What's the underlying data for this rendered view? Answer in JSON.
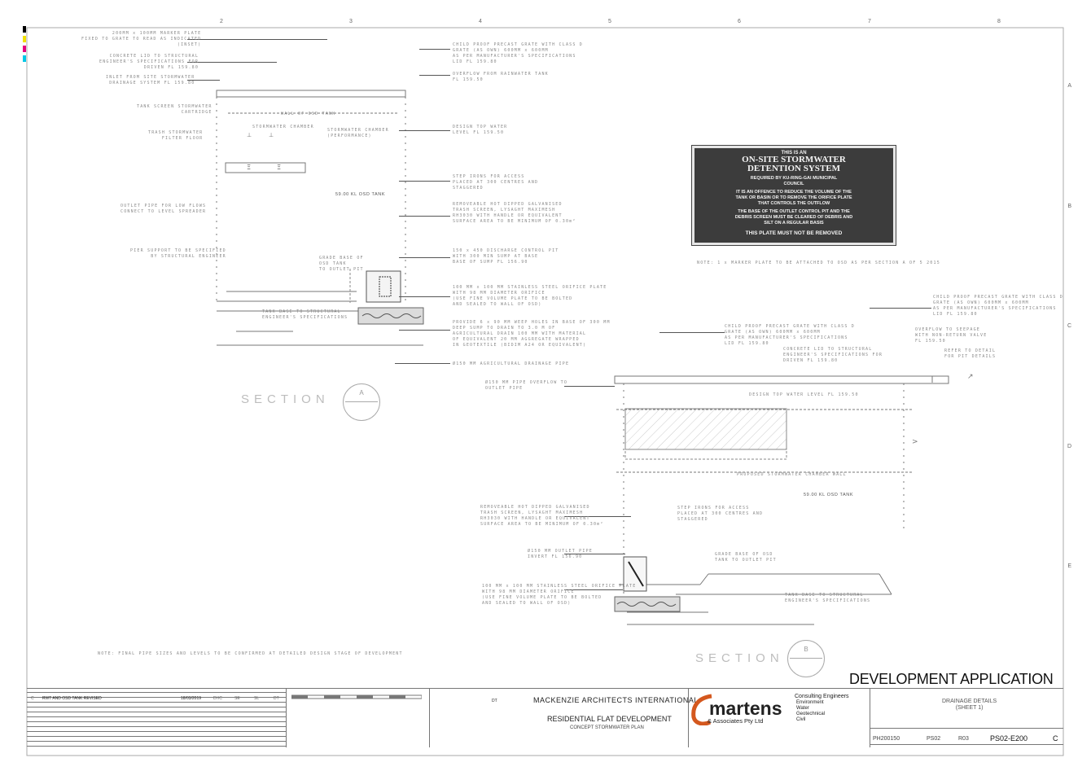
{
  "grid": {
    "numbers": [
      "2",
      "3",
      "4",
      "5",
      "6",
      "7",
      "8"
    ],
    "letters": [
      "A",
      "B",
      "C",
      "D",
      "E"
    ]
  },
  "sign": {
    "line1": "THIS IS AN",
    "line2": "ON-SITE STORMWATER",
    "line3": "DETENTION SYSTEM",
    "line4": "REQUIRED BY KU-RING-GAI MUNICIPAL",
    "line5": "COUNCIL",
    "line6": "IT IS AN OFFENCE TO REDUCE THE VOLUME OF THE",
    "line7": "TANK OR BASIN OR TO REMOVE THE ORIFICE PLATE",
    "line8": "THAT CONTROLS THE OUTFLOW",
    "line9": "THE BASE OF THE OUTLET CONTROL PIT AND THE",
    "line10": "DEBRIS SCREEN MUST BE CLEARED OF DEBRIS AND",
    "line11": "SILT ON A REGULAR BASIS",
    "line12": "THIS PLATE MUST NOT BE REMOVED"
  },
  "sections": {
    "section_a": "SECTION",
    "section_a_mark": "A",
    "section_b": "SECTION",
    "section_b_mark": "B",
    "tank_label_a": "59.00 KL OSD TANK",
    "tank_label_b": "59.00 KL OSD TANK"
  },
  "title_block": {
    "stamp": "DEVELOPMENT APPLICATION",
    "architect": "MACKENZIE ARCHITECTS INTERNATIONAL",
    "project": "RESIDENTIAL FLAT DEVELOPMENT",
    "plan": "CONCEPT STORMWATER PLAN",
    "firm_name": "martens",
    "firm_sub": "& Associates Pty Ltd",
    "consulting_title": "Consulting Engineers",
    "disciplines": [
      "Environment",
      "Water",
      "Geotechnical",
      "Civil"
    ],
    "drawing_title_1": "DRAINAGE DETAILS",
    "drawing_title_2": "(SHEET 1)",
    "project_no": "PH200150",
    "plan_set": "PS02",
    "revised": "R03",
    "drawing_no": "PS02-E200",
    "revision": "C",
    "rev_c": "RWT AND OSD TANK REVISED",
    "rev_c_date": "18/03/2019",
    "rev_c_letter": "C",
    "rev_c_by": "DHC",
    "rev_c_drawn": "SE",
    "rev_c_check": "SL",
    "rev_c_appr": "DT",
    "drawn_code": "DT"
  },
  "notes": {
    "bottom_note": "NOTE: FINAL PIPE SIZES AND LEVELS TO BE CONFIRMED AT DETAILED DESIGN STAGE OF DEVELOPMENT",
    "sign_note": "NOTE: 1 x MARKER PLATE TO BE ATTACHED TO OSD AS PER SECTION A OF 5 2015"
  }
}
